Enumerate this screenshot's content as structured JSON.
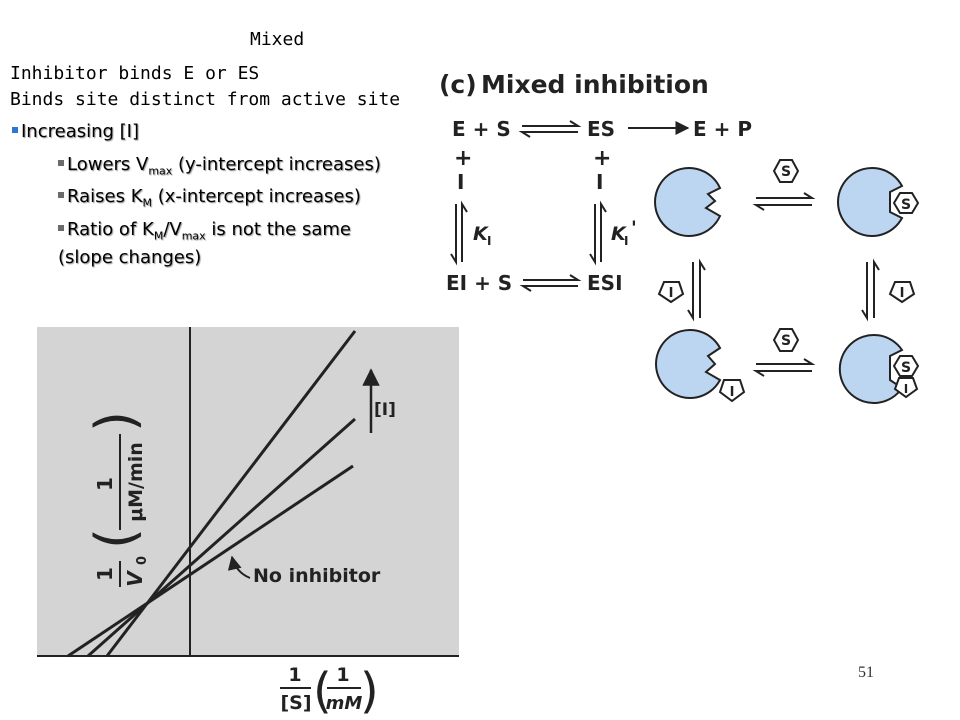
{
  "slide": {
    "title": "Mixed",
    "intro": [
      "Inhibitor binds E or ES",
      "Binds site distinct from active site"
    ],
    "bullet_main": "Increasing [I]",
    "sub_bullets": {
      "b1_pre": "Lowers V",
      "b1_sub": "max",
      "b1_post": " (y-intercept increases)",
      "b2_pre": "Raises K",
      "b2_sub": "M",
      "b2_post": " (x-intercept increases)",
      "b3_pre": "Ratio of K",
      "b3_sub1": "M",
      "b3_mid": "/V",
      "b3_sub2": "max",
      "b3_post": " is not the same",
      "b3_cont": "(slope changes)"
    },
    "page_number": "51"
  },
  "figure": {
    "panel_label": "(c)",
    "panel_title": "Mixed inhibition",
    "scheme": {
      "e_plus_s": "E + S",
      "es": "ES",
      "e_plus_p": "E + P",
      "plus": "+",
      "inhibitor": "I",
      "ei_plus_s": "EI + S",
      "esi": "ESI",
      "ki": "K",
      "ki_sub": "I",
      "ki_prime": "'"
    },
    "cartoon": {
      "substrate_label": "S",
      "inhibitor_label": "I"
    }
  },
  "plot": {
    "y_label_numer": "1",
    "y_label_denom": "V",
    "y_label_denom_sub": "0",
    "y_unit_numer": "1",
    "y_unit_denom": "μM/min",
    "x_label_numer": "1",
    "x_label_denom": "[S]",
    "x_unit_numer": "1",
    "x_unit_denom": "mM",
    "arrow_label": "[I]",
    "annotation": "No inhibitor"
  },
  "colors": {
    "plot_bg": "#d4d4d4",
    "enzyme_fill": "#bcd6f2"
  }
}
